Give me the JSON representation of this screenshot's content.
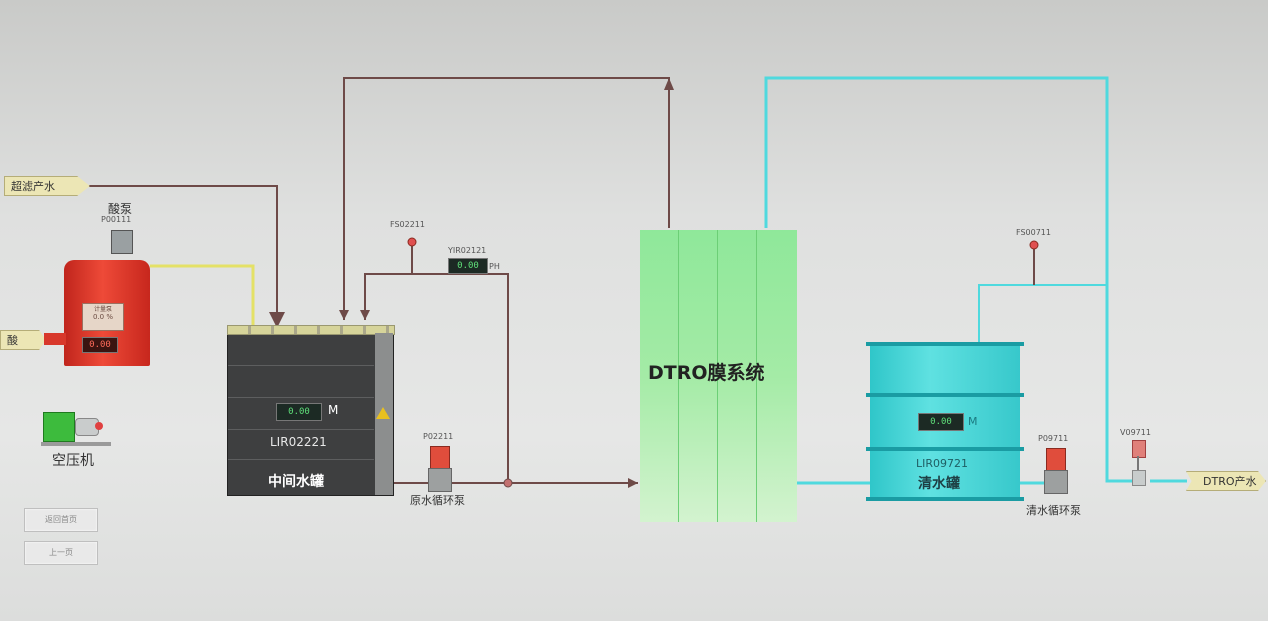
{
  "inlets": {
    "filtered_water": "超滤产水",
    "acid": "酸"
  },
  "outlet": {
    "dtro_product": "DTRO产水"
  },
  "acid_pump": {
    "title": "酸泵",
    "tag": "P00111",
    "panel_title": "计量泵",
    "panel_value": "0.0",
    "panel_unit": "%",
    "display": "0.00"
  },
  "air_compressor": {
    "label": "空压机"
  },
  "intermediate_tank": {
    "level_display": "0.00",
    "level_unit": "M",
    "tag": "LIR02221",
    "name": "中间水罐",
    "warning_icon": "warning-icon"
  },
  "raw_pump": {
    "tag": "P02211",
    "label": "原水循环泵"
  },
  "fs02211": {
    "tag": "FS02211"
  },
  "ph_meter": {
    "tag": "YIR02121",
    "display": "0.00",
    "unit": "PH"
  },
  "dtro": {
    "label": "DTRO膜系统"
  },
  "clear_tank": {
    "level_display": "0.00",
    "level_unit": "M",
    "tag": "LIR09721",
    "name": "清水罐"
  },
  "fs00711": {
    "tag": "FS00711"
  },
  "clear_pump": {
    "tag": "P09711",
    "label": "清水循环泵"
  },
  "valve": {
    "tag": "V09711"
  },
  "buttons": {
    "back_to_main": "返回首页",
    "prev_page": "上一页"
  },
  "colors": {
    "pipe_brown": "#6e4a48",
    "pipe_cyan": "#4fd9de",
    "pipe_yellow": "#e4e166",
    "dtro_green": "#8fe89a",
    "tank_cyan": "#3fd0d2",
    "acid_red": "#e0392b"
  }
}
